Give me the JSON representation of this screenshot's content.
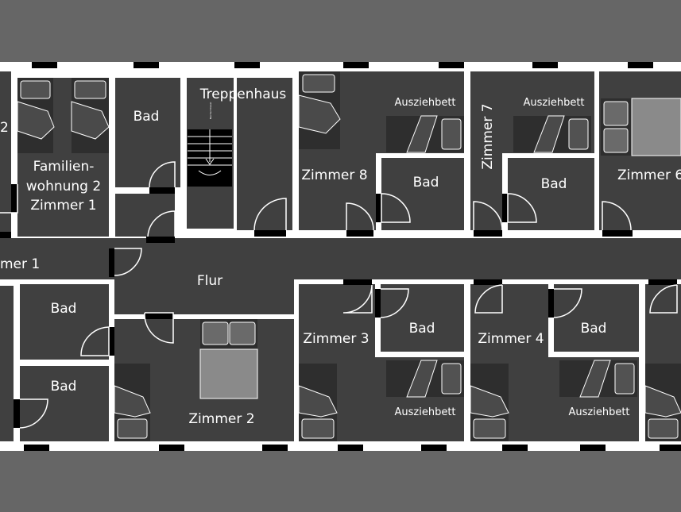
{
  "colors": {
    "background": "#666666",
    "wall": "#ffffff",
    "floor": "#404040",
    "window": "#000000",
    "bed_frame": "#2e2e2e",
    "bed_sheet": "#4a4a4a",
    "pillow": "#525252",
    "double_bed_sheet": "#8a8a8a"
  },
  "rooms": {
    "familienwohnung_2_fragment": "2",
    "familienwohnung_2_line1": "Familien-",
    "familienwohnung_2_line2": "wohnung 2",
    "familienwohnung_2_line3": "Zimmer 1",
    "bad_a": "Bad",
    "treppenhaus": "Treppenhaus",
    "treppe_small": "Nachschlüssel",
    "zimmer_8": "Zimmer 8",
    "ausziehbett_8": "Ausziehbett",
    "bad_8": "Bad",
    "zimmer_7": "Zimmer 7",
    "ausziehbett_7": "Ausziehbett",
    "bad_7": "Bad",
    "zimmer_6": "Zimmer 6",
    "zimmer_1_fragment": "mer 1",
    "flur": "Flur",
    "bad_b": "Bad",
    "bad_c": "Bad",
    "zimmer_2": "Zimmer 2",
    "zimmer_3": "Zimmer 3",
    "bad_3": "Bad",
    "ausziehbett_3": "Ausziehbett",
    "zimmer_4": "Zimmer 4",
    "bad_4": "Bad",
    "ausziehbett_4": "Ausziehbett"
  }
}
